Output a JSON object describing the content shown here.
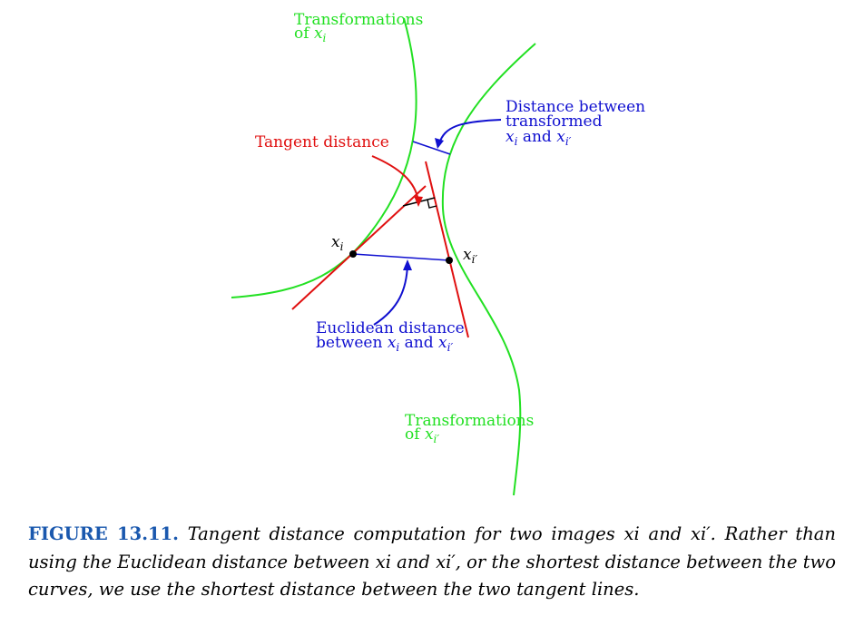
{
  "colors": {
    "curve": "#22e022",
    "tangent": "#e01010",
    "distance": "#1010d0",
    "point": "#000000",
    "figure_label": "#1a58ae"
  },
  "labels": {
    "transformations_top": "Transformations",
    "of_top": "of",
    "tangent_distance": "Tangent distance",
    "dist_between_1": "Distance between",
    "dist_between_2": "transformed",
    "and": "and",
    "euclidean_1": "Euclidean distance",
    "between": "between",
    "transformations_bottom": "Transformations",
    "of_bottom": "of"
  },
  "math": {
    "x": "x",
    "i": "i",
    "iprime": "i′"
  },
  "caption": {
    "figure_label": "FIGURE 13.11.",
    "text": "Tangent distance computation for two images xi and xi′. Rather than using the Euclidean distance between xi and xi′, or the shortest distance between the two curves, we use the shortest distance between the two tangent lines."
  }
}
